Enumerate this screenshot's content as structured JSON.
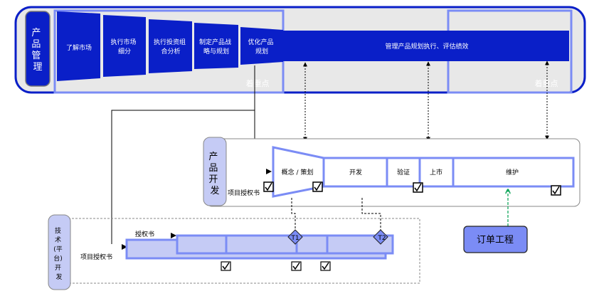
{
  "colors": {
    "dark_blue": "#0a1fc8",
    "light_blue": "#7b8cf5",
    "pale_blue": "#c5cbf5",
    "gray_bg": "#e8e8e8",
    "green": "#00a050"
  },
  "product_management": {
    "label": [
      "产",
      "品",
      "管",
      "理"
    ],
    "funnel_steps": [
      {
        "lines": [
          "了解市场"
        ]
      },
      {
        "lines": [
          "执行市场",
          "细分"
        ]
      },
      {
        "lines": [
          "执行投资组",
          "合分析"
        ]
      },
      {
        "lines": [
          "制定产品战",
          "略与规划"
        ]
      },
      {
        "lines": [
          "优化产品",
          "规划"
        ]
      }
    ],
    "band_label": "管理产品规划执行、评估绩效",
    "focus_label_1": "着重点",
    "focus_label_2": "着重点"
  },
  "product_development": {
    "label": [
      "产",
      "品",
      "开",
      "发"
    ],
    "authorization": "项目授权书",
    "stages": [
      "概念 / 策划",
      "开发",
      "验证",
      "上市",
      "维护"
    ]
  },
  "order_engineering": {
    "label": "订单工程"
  },
  "tech_platform": {
    "label": [
      "技",
      "术",
      "(平",
      "台)",
      "开",
      "发"
    ],
    "authorization_top": "授权书",
    "authorization": "项目授权书",
    "gates": [
      "T1",
      "T2"
    ]
  }
}
